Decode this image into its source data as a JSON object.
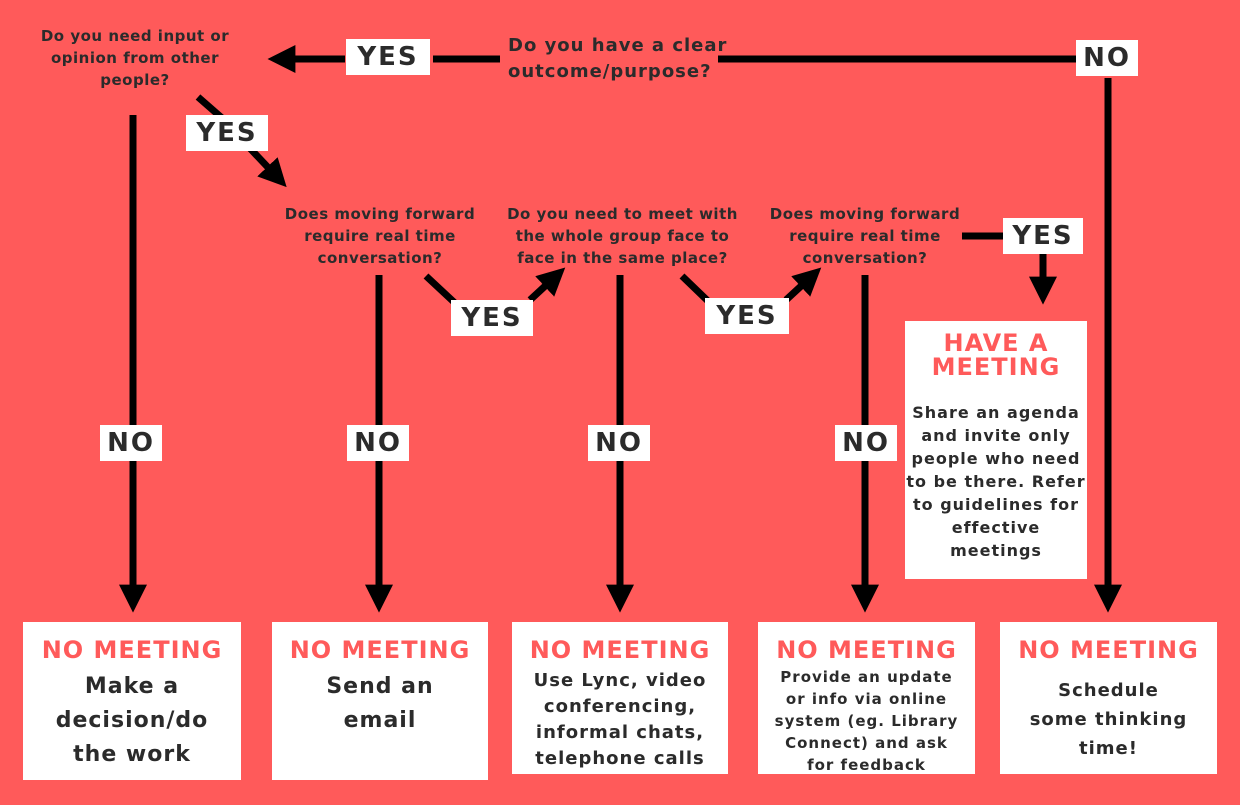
{
  "questions": {
    "q_outcome": "Do you have a clear\noutcome/purpose?",
    "q_input": "Do you need input or\nopinion from other\npeople?",
    "q_realtime1": "Does moving forward\nrequire real time\nconversation?",
    "q_face": "Do you need to meet with\nthe whole group face to\nface in the same place?",
    "q_realtime2": "Does moving forward\nrequire real time\nconversation?"
  },
  "tags": {
    "yes": "YES",
    "no": "NO"
  },
  "outcomes": {
    "heading": "NO MEETING",
    "decision": "Make a\ndecision/do\nthe work",
    "email": "Send an\nemail",
    "lync": "Use Lync, video\nconferencing,\ninformal chats,\ntelephone calls",
    "update": "Provide an update\nor info via online\nsystem (eg. Library\nConnect) and ask\nfor feedback",
    "thinking": "Schedule\nsome thinking\ntime!"
  },
  "meeting": {
    "heading": "HAVE A\nMEETING",
    "body": "Share an agenda\nand invite only\npeople who need\nto be there. Refer\nto guidelines for\neffective\nmeetings"
  },
  "colors": {
    "background": "#ff5a5a",
    "accent": "#ff5a5a",
    "ink": "#2b2b2b",
    "box": "#ffffff"
  }
}
